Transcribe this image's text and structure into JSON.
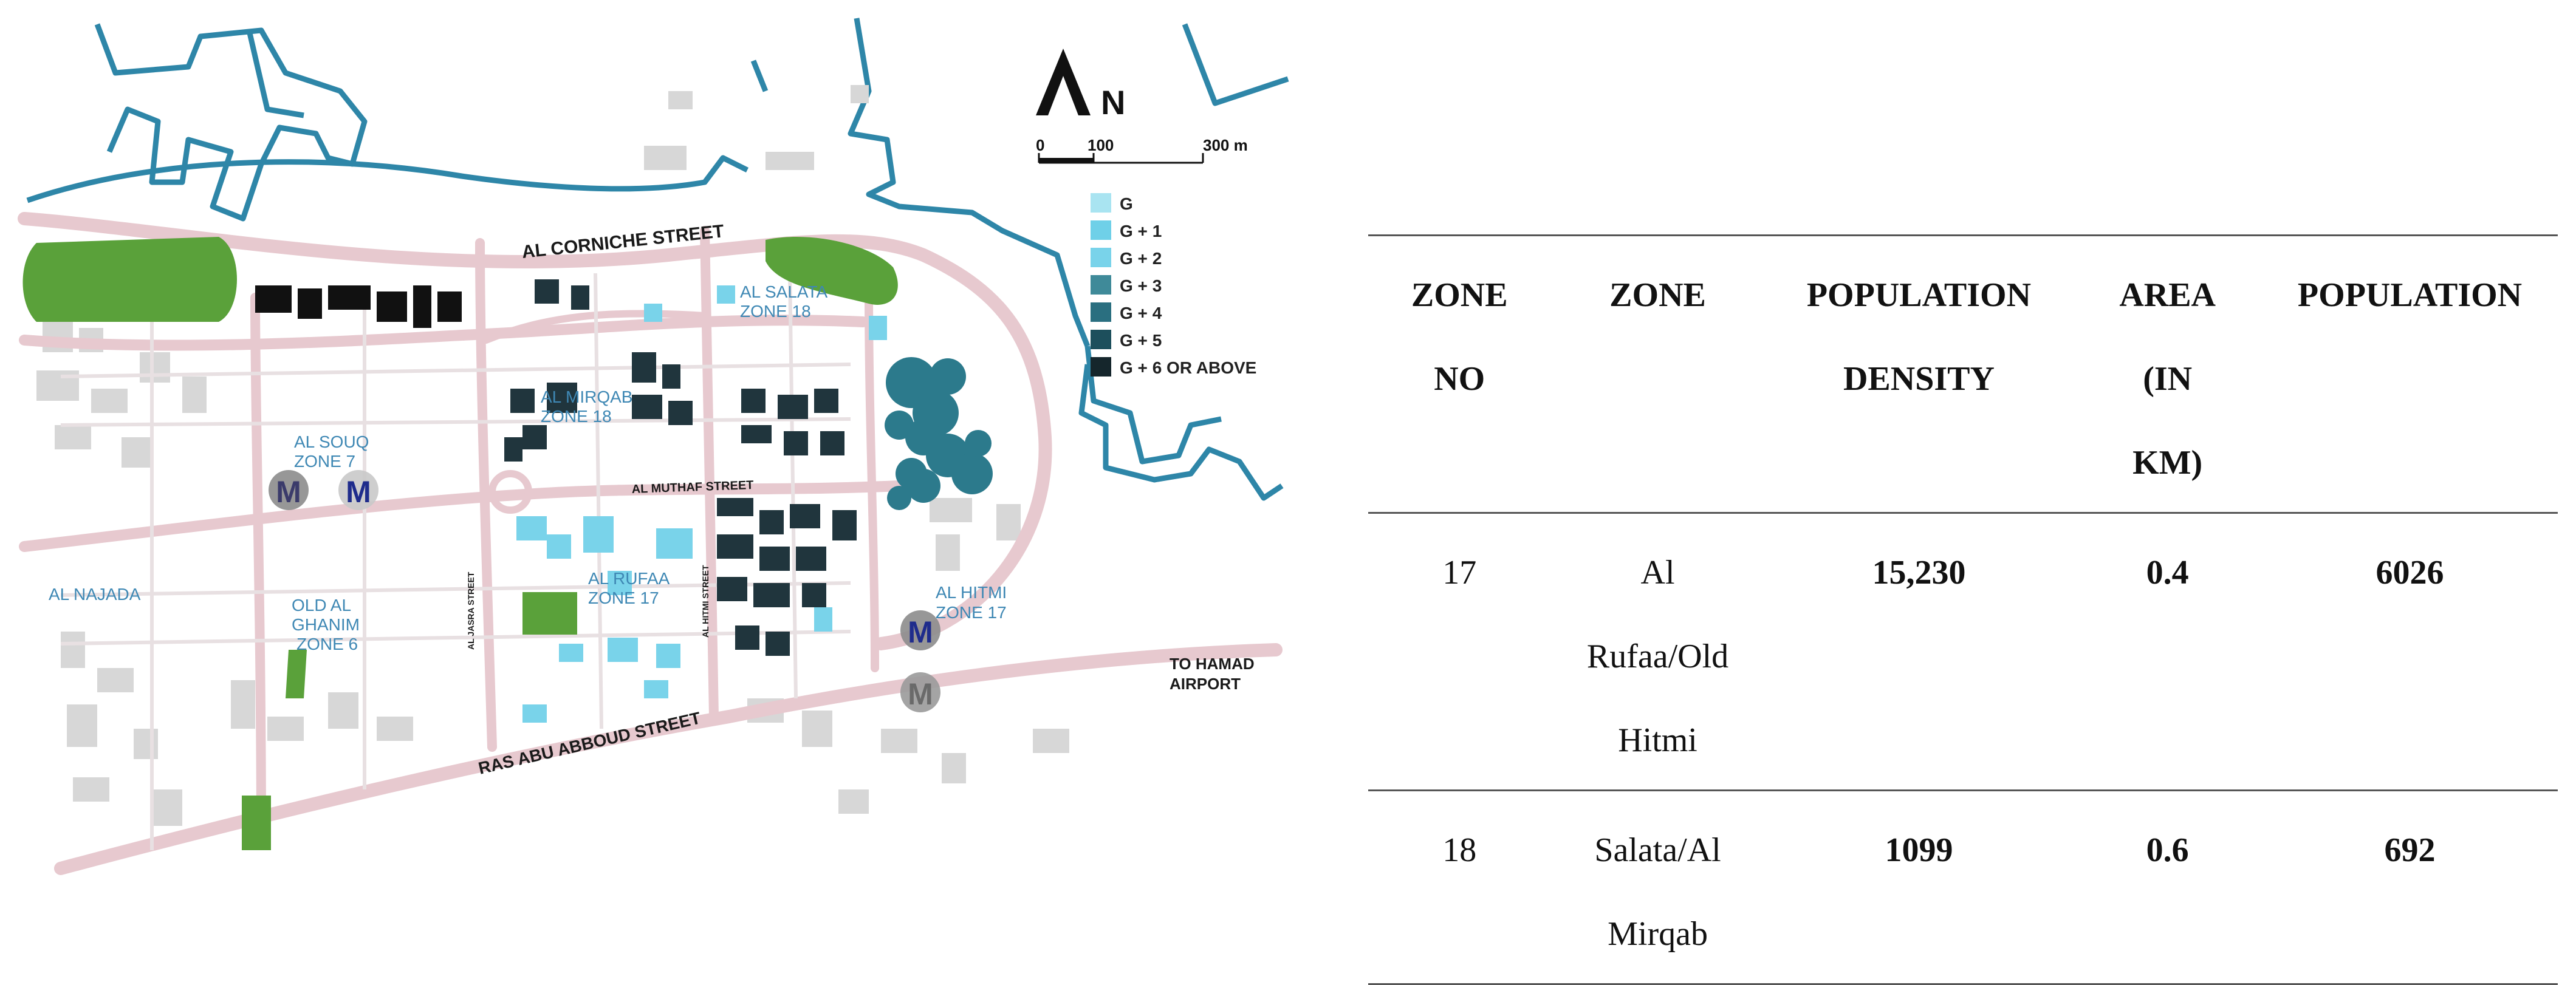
{
  "map": {
    "north_label": "N",
    "scale_labels": [
      "0",
      "100",
      "300 m"
    ],
    "legend": {
      "items": [
        {
          "label": "G",
          "color": "#a9e4f1"
        },
        {
          "label": "G + 1",
          "color": "#6fd0e8"
        },
        {
          "label": "G + 2",
          "color": "#79d3ea"
        },
        {
          "label": "G + 3",
          "color": "#3f8a99"
        },
        {
          "label": "G + 4",
          "color": "#2a6f80"
        },
        {
          "label": "G + 5",
          "color": "#1d4f5c"
        },
        {
          "label": "G + 6 OR ABOVE",
          "color": "#15262c"
        }
      ]
    },
    "streets": {
      "corniche": "AL CORNICHE STREET",
      "ras_abu_abboud": "RAS ABU ABBOUD STREET",
      "al_muthaf": "AL MUTHAF STREET",
      "to_hamad_line1": "TO HAMAD",
      "to_hamad_line2": "AIRPORT",
      "al_jasra": "AL JASRA STREET",
      "al_hitmi_street": "AL HITMI STREET"
    },
    "zones": {
      "al_salata_1": "AL SALATA",
      "al_salata_2": "ZONE 18",
      "al_mirqab_1": "AL MIRQAB",
      "al_mirqab_2": "ZONE 18",
      "al_souq_1": "AL SOUQ",
      "al_souq_2": "ZONE 7",
      "al_rufaa_1": "AL RUFAA",
      "al_rufaa_2": "ZONE 17",
      "al_hitmi_1": "AL HITMI",
      "al_hitmi_2": "ZONE 17",
      "old_al_ghanim_1": "OLD AL",
      "old_al_ghanim_2": "GHANIM",
      "old_al_ghanim_3": "ZONE 6",
      "al_najada": "AL NAJADA"
    },
    "metro_letter": "M",
    "colors": {
      "coast": "#2e86a8",
      "road": "#e7c9cf",
      "park": "#5aa13a",
      "building_gray": "#d4d4d4",
      "cluster": "#2c7a8c"
    }
  },
  "table": {
    "headers": [
      [
        "ZONE",
        "NO"
      ],
      [
        "ZONE"
      ],
      [
        "POPULATION",
        "DENSITY"
      ],
      [
        "AREA",
        "(IN",
        "KM)"
      ],
      [
        "POPULATION"
      ]
    ],
    "rows": [
      {
        "zone_no": "17",
        "zone_lines": [
          "Al",
          "Rufaa/Old",
          "Hitmi"
        ],
        "density": "15,230",
        "area": "0.4",
        "population": "6026"
      },
      {
        "zone_no": "18",
        "zone_lines": [
          "Salata/Al",
          "Mirqab"
        ],
        "density": "1099",
        "area": "0.6",
        "population": "692"
      }
    ]
  }
}
